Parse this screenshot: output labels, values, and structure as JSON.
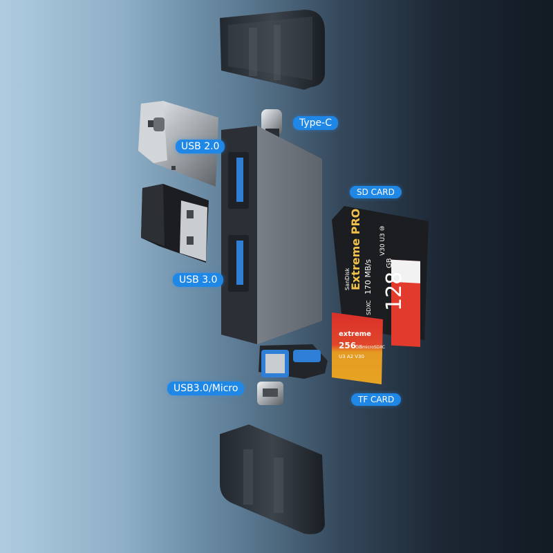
{
  "labels": {
    "type_c": "Type-C",
    "usb_2_0": "USB 2.0",
    "sd_card": "SD CARD",
    "usb_3_0": "USB 3.0",
    "usb_micro": "USB3.0/Micro",
    "tf_card": "TF CARD"
  },
  "sd_card": {
    "brand": "SanDisk",
    "line": "Extreme PRO",
    "capacity": "128",
    "unit": "GB",
    "speed": "170 MB/s",
    "class_marks": "V30 U3 ⑩",
    "type": "SDXC"
  },
  "tf_card": {
    "line": "extreme",
    "capacity": "256",
    "unit": "GB",
    "type": "microSDXC",
    "marks": "U3 A2 V30"
  },
  "colors": {
    "label_blue": "#1f88e6",
    "sd_red": "#e23a2c",
    "tf_red": "#d9302a",
    "tf_gold": "#e59a22",
    "port_blue": "#2f7fd6"
  }
}
